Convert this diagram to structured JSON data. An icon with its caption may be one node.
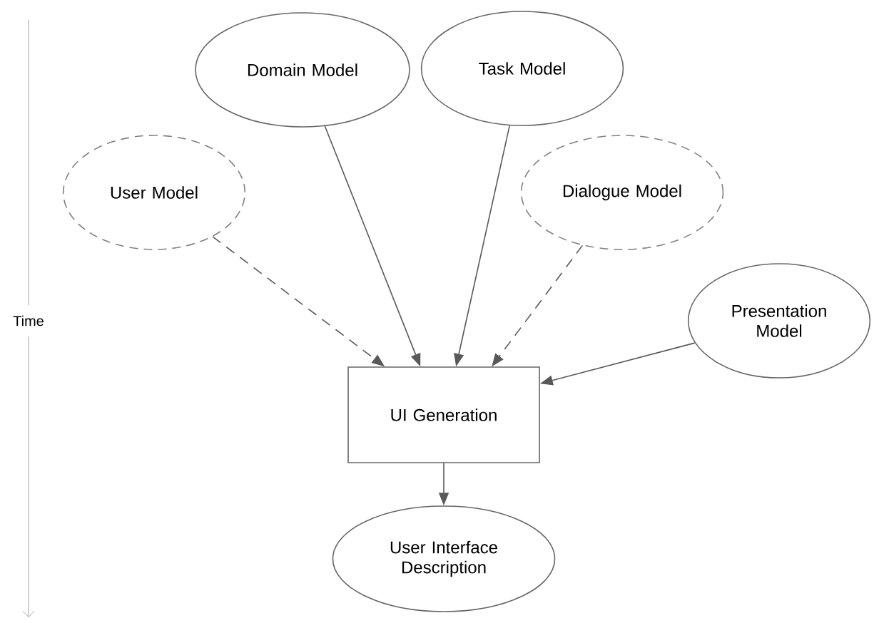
{
  "diagram": {
    "nodes": [
      {
        "text": [
          "Domain Model"
        ]
      },
      {
        "text": [
          "Task Model"
        ]
      },
      {
        "text": [
          "User Model"
        ]
      },
      {
        "text": [
          "Dialogue Model"
        ]
      },
      {
        "text": [
          "Presentation Model"
        ]
      },
      {
        "text": [
          "UI Generation"
        ]
      },
      {
        "text": [
          "User Interface Description"
        ]
      }
    ],
    "edges": [
      {
        "from": 2,
        "to": 5,
        "arrow": "to",
        "style": "dashed"
      },
      {
        "from": 0,
        "to": 5,
        "arrow": "to"
      },
      {
        "from": 1,
        "to": 5,
        "arrow": "to"
      },
      {
        "from": 3,
        "to": 5,
        "arrow": "to",
        "style": "dashed"
      },
      {
        "from": 4,
        "to": 5,
        "arrow": "to"
      },
      {
        "from": 5,
        "to": 6,
        "arrow": "to"
      }
    ],
    "labels": [
      "Time"
    ]
  }
}
